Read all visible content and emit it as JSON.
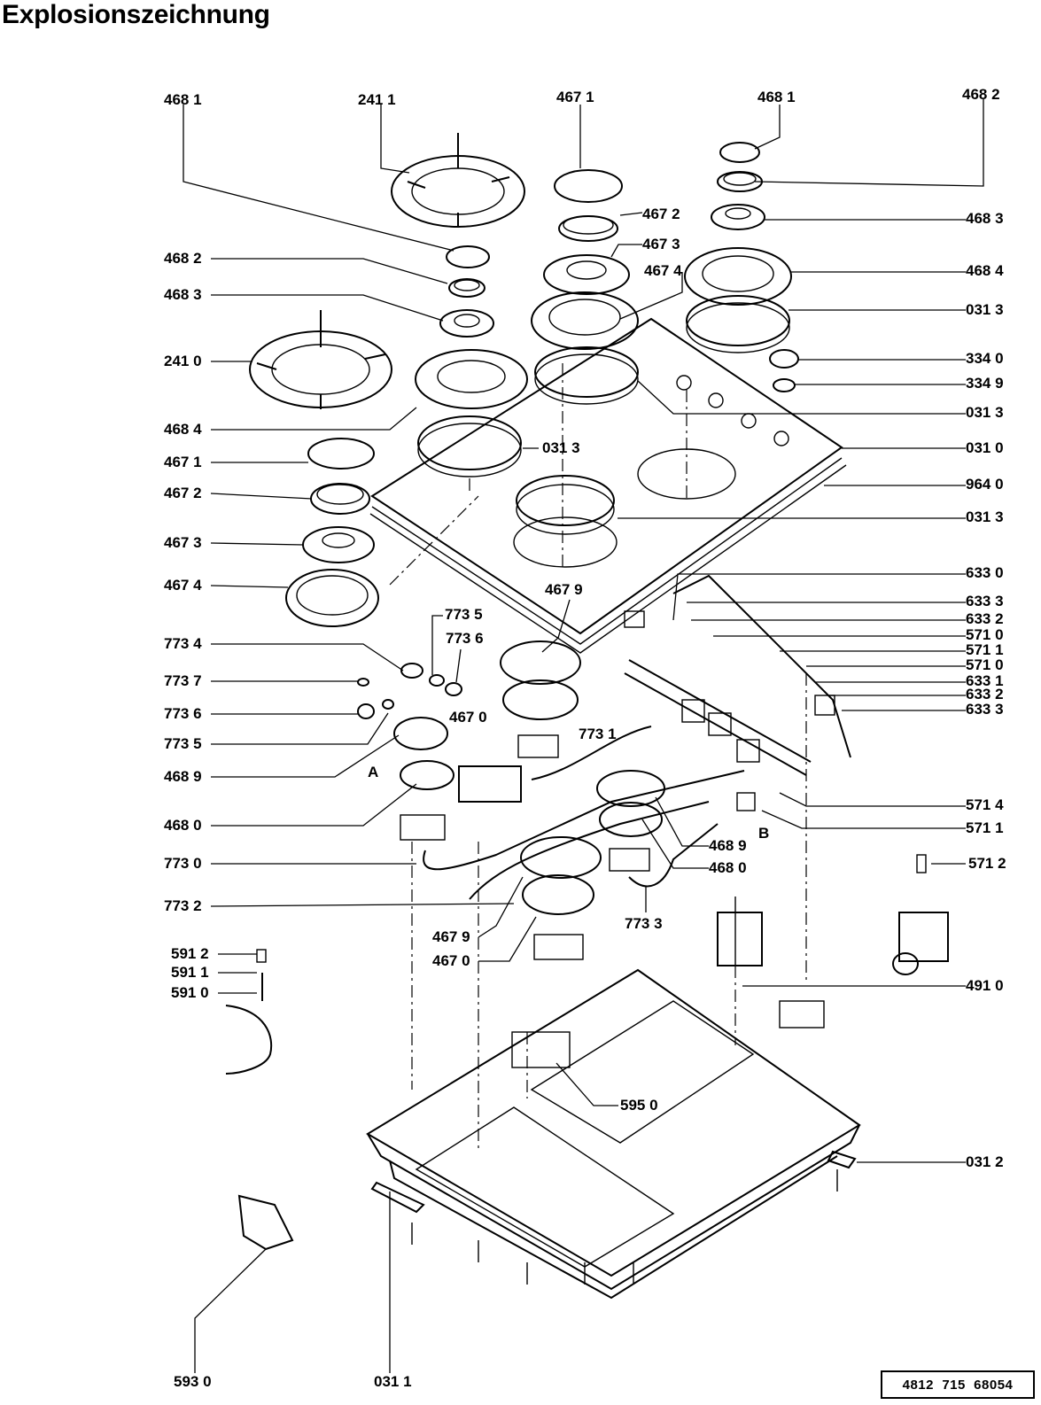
{
  "title": "Explosionszeichnung",
  "document_number": "4812  715  68054",
  "labels": [
    {
      "id": "l1",
      "text": "468 1"
    },
    {
      "id": "l2",
      "text": "241 1"
    },
    {
      "id": "l3",
      "text": "467 1"
    },
    {
      "id": "l4",
      "text": "468 1"
    },
    {
      "id": "l5",
      "text": "468 2"
    },
    {
      "id": "l6",
      "text": "467 2"
    },
    {
      "id": "l7",
      "text": "468 3"
    },
    {
      "id": "l8",
      "text": "467 3"
    },
    {
      "id": "l9",
      "text": "468 2"
    },
    {
      "id": "l10",
      "text": "467 4"
    },
    {
      "id": "l11",
      "text": "468 4"
    },
    {
      "id": "l12",
      "text": "468 3"
    },
    {
      "id": "l13",
      "text": "031 3"
    },
    {
      "id": "l14",
      "text": "241 0"
    },
    {
      "id": "l15",
      "text": "334 0"
    },
    {
      "id": "l16",
      "text": "334 9"
    },
    {
      "id": "l17",
      "text": "031 3"
    },
    {
      "id": "l18",
      "text": "468 4"
    },
    {
      "id": "l19",
      "text": "031 3"
    },
    {
      "id": "l20",
      "text": "031 0"
    },
    {
      "id": "l21",
      "text": "467 1"
    },
    {
      "id": "l22",
      "text": "964 0"
    },
    {
      "id": "l23",
      "text": "467 2"
    },
    {
      "id": "l24",
      "text": "031 3"
    },
    {
      "id": "l25",
      "text": "467 3"
    },
    {
      "id": "l26",
      "text": "633 0"
    },
    {
      "id": "l27",
      "text": "467 4"
    },
    {
      "id": "l28",
      "text": "467 9"
    },
    {
      "id": "l29",
      "text": "633 3"
    },
    {
      "id": "l30",
      "text": "773 5"
    },
    {
      "id": "l31",
      "text": "633 2"
    },
    {
      "id": "l32",
      "text": "773 6"
    },
    {
      "id": "l33",
      "text": "571 0"
    },
    {
      "id": "l34",
      "text": "773 4"
    },
    {
      "id": "l35",
      "text": "571 1"
    },
    {
      "id": "l36",
      "text": "571 0"
    },
    {
      "id": "l37",
      "text": "773 7"
    },
    {
      "id": "l38",
      "text": "633 1"
    },
    {
      "id": "l39",
      "text": "633 2"
    },
    {
      "id": "l40",
      "text": "773 6"
    },
    {
      "id": "l41",
      "text": "467 0"
    },
    {
      "id": "l42",
      "text": "633 3"
    },
    {
      "id": "l43",
      "text": "773 5"
    },
    {
      "id": "l44",
      "text": "773 1"
    },
    {
      "id": "l45",
      "text": "468 9"
    },
    {
      "id": "l46",
      "text": "A"
    },
    {
      "id": "l47",
      "text": "571 4"
    },
    {
      "id": "l48",
      "text": "468 0"
    },
    {
      "id": "l49",
      "text": "571 1"
    },
    {
      "id": "l50",
      "text": "B"
    },
    {
      "id": "l51",
      "text": "773 0"
    },
    {
      "id": "l52",
      "text": "468 9"
    },
    {
      "id": "l53",
      "text": "468 0"
    },
    {
      "id": "l54",
      "text": "571 2"
    },
    {
      "id": "l55",
      "text": "773 2"
    },
    {
      "id": "l56",
      "text": "773 3"
    },
    {
      "id": "l57",
      "text": "467 9"
    },
    {
      "id": "l58",
      "text": "467 0"
    },
    {
      "id": "l59",
      "text": "591 2"
    },
    {
      "id": "l60",
      "text": "591 1"
    },
    {
      "id": "l61",
      "text": "491 0"
    },
    {
      "id": "l62",
      "text": "591 0"
    },
    {
      "id": "l63",
      "text": "595 0"
    },
    {
      "id": "l64",
      "text": "031 2"
    },
    {
      "id": "l65",
      "text": "593 0"
    },
    {
      "id": "l66",
      "text": "031 1"
    }
  ]
}
